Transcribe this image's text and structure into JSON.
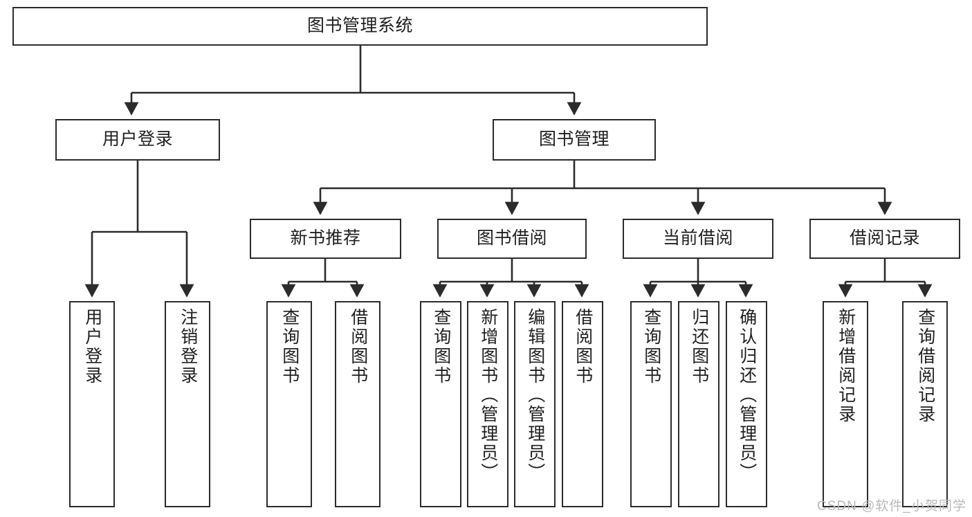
{
  "diagram": {
    "type": "tree",
    "title": "图书管理系统",
    "watermark": "CSDN @软件_小贺同学",
    "colors": {
      "stroke": "#2b2b2b",
      "fill": "#ffffff",
      "text": "#1f1f1f",
      "watermark": "#b9b9b9"
    },
    "levels": {
      "root": {
        "label": "图书管理系统"
      },
      "level2": [
        {
          "id": "user-login",
          "label": "用户登录"
        },
        {
          "id": "book-manage",
          "label": "图书管理"
        }
      ],
      "level3": [
        {
          "id": "new-book-recommend",
          "label": "新书推荐",
          "parent": "book-manage"
        },
        {
          "id": "book-borrow",
          "label": "图书借阅",
          "parent": "book-manage"
        },
        {
          "id": "current-borrow",
          "label": "当前借阅",
          "parent": "book-manage"
        },
        {
          "id": "borrow-record",
          "label": "借阅记录",
          "parent": "book-manage"
        }
      ],
      "leaves": [
        {
          "id": "leaf-user-login",
          "label": "用户登录",
          "parent": "user-login"
        },
        {
          "id": "leaf-logout",
          "label": "注销登录",
          "parent": "user-login"
        },
        {
          "id": "leaf-query-book-1",
          "label": "查询图书",
          "parent": "new-book-recommend"
        },
        {
          "id": "leaf-borrow-book-1",
          "label": "借阅图书",
          "parent": "new-book-recommend"
        },
        {
          "id": "leaf-query-book-2",
          "label": "查询图书",
          "parent": "book-borrow"
        },
        {
          "id": "leaf-add-book",
          "label": "新增图书（管理员）",
          "parent": "book-borrow"
        },
        {
          "id": "leaf-edit-book",
          "label": "编辑图书（管理员）",
          "parent": "book-borrow"
        },
        {
          "id": "leaf-borrow-book-2",
          "label": "借阅图书",
          "parent": "book-borrow"
        },
        {
          "id": "leaf-query-book-3",
          "label": "查询图书",
          "parent": "current-borrow"
        },
        {
          "id": "leaf-return-book",
          "label": "归还图书",
          "parent": "current-borrow"
        },
        {
          "id": "leaf-confirm-return",
          "label": "确认归还（管理员）",
          "parent": "current-borrow"
        },
        {
          "id": "leaf-add-record",
          "label": "新增借阅记录",
          "parent": "borrow-record"
        },
        {
          "id": "leaf-query-record",
          "label": "查询借阅记录",
          "parent": "borrow-record"
        }
      ]
    }
  }
}
